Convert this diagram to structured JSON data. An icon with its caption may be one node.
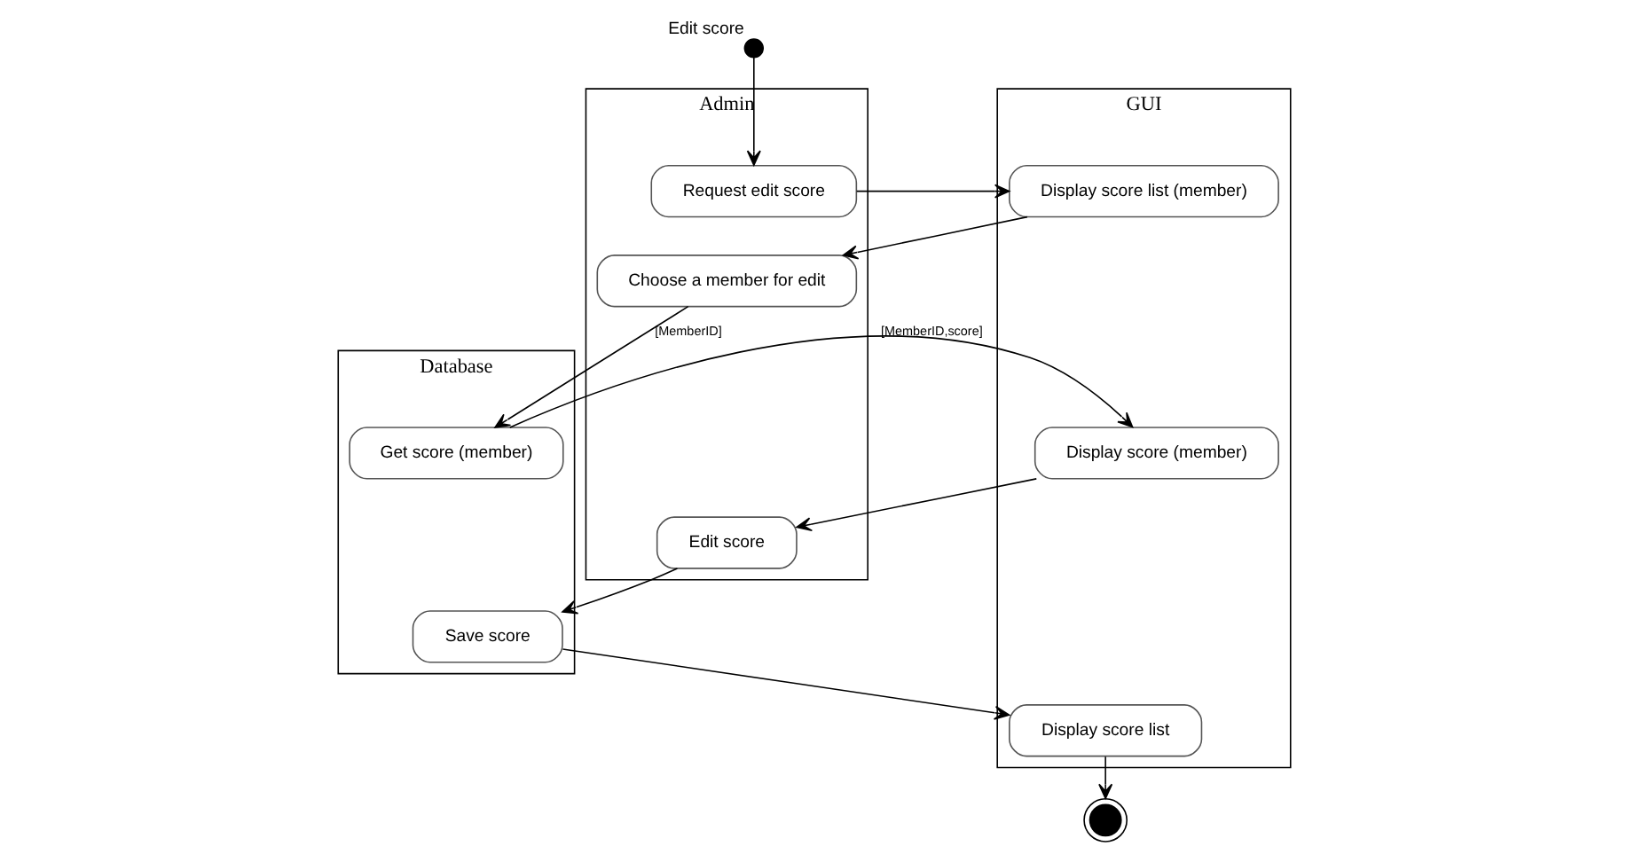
{
  "diagram": {
    "nodes": [
      {
        "text": [],
        "shape": "circle",
        "beside": [
          "Edit score"
        ]
      },
      {
        "text": [
          "Admin"
        ]
      },
      {
        "text": [
          "GUI"
        ]
      },
      {
        "text": [
          "Database"
        ]
      },
      {
        "text": [
          "Request edit score"
        ],
        "in": 1
      },
      {
        "text": [
          "Display score list (member)"
        ],
        "in": 2
      },
      {
        "text": [
          "Choose a member for edit"
        ],
        "in": 1
      },
      {
        "text": [
          "Get score (member)"
        ],
        "in": 3
      },
      {
        "text": [
          "Display score (member)"
        ],
        "in": 2
      },
      {
        "text": [
          "Edit score"
        ],
        "in": 1
      },
      {
        "text": [
          "Save score"
        ],
        "in": 3
      },
      {
        "text": [
          "Display score list"
        ],
        "in": 2
      },
      {
        "text": [],
        "shape": "circle"
      }
    ],
    "edges": [
      {
        "from": 0,
        "to": 4,
        "arrow": "to"
      },
      {
        "from": 4,
        "to": 5,
        "arrow": "to"
      },
      {
        "from": 5,
        "to": 6,
        "arrow": "to"
      },
      {
        "from": 6,
        "to": 7,
        "arrow": "to",
        "label": "[MemberID]"
      },
      {
        "from": 7,
        "to": 8,
        "arrow": "to",
        "label": "[MemberID,score]"
      },
      {
        "from": 8,
        "to": 9,
        "arrow": "to"
      },
      {
        "from": 9,
        "to": 10,
        "arrow": "to"
      },
      {
        "from": 10,
        "to": 11,
        "arrow": "to"
      },
      {
        "from": 11,
        "to": 12,
        "arrow": "to"
      }
    ]
  }
}
